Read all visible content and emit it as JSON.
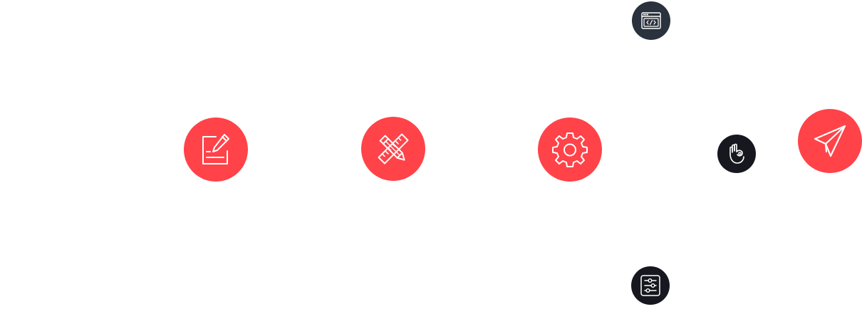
{
  "colors": {
    "accent_red": "#ff4349",
    "dark_slate": "#29323d",
    "dark_navy": "#17171f",
    "icon_stroke": "#ffffff"
  },
  "icons": [
    {
      "id": "write",
      "name": "edit-document-icon",
      "bg": "accent_red",
      "size": "large"
    },
    {
      "id": "design",
      "name": "pencil-ruler-icon",
      "bg": "accent_red",
      "size": "large"
    },
    {
      "id": "gear",
      "name": "gear-icon",
      "bg": "accent_red",
      "size": "large"
    },
    {
      "id": "send",
      "name": "paper-plane-icon",
      "bg": "accent_red",
      "size": "large"
    },
    {
      "id": "code",
      "name": "code-window-icon",
      "bg": "dark_slate",
      "size": "small"
    },
    {
      "id": "ok",
      "name": "ok-hand-icon",
      "bg": "dark_navy",
      "size": "small"
    },
    {
      "id": "sliders",
      "name": "sliders-settings-icon",
      "bg": "dark_navy",
      "size": "small"
    }
  ]
}
